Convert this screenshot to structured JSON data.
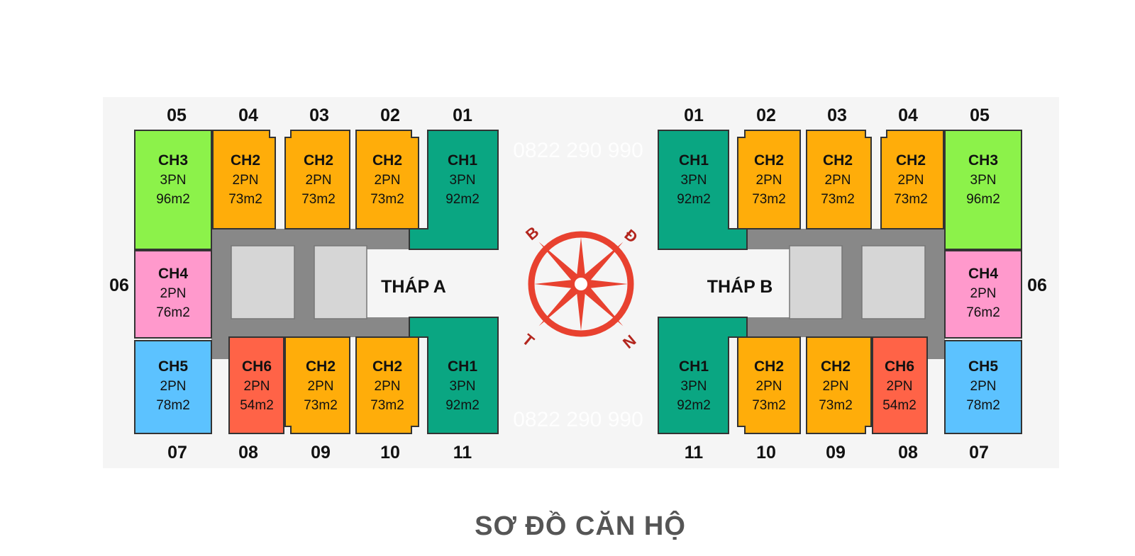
{
  "title": "SƠ ĐỒ CĂN HỘ",
  "watermark": "0822 290 990",
  "compass": {
    "labels": {
      "north": "B",
      "east": "Đ",
      "south": "N",
      "west": "T"
    },
    "color": "#e8412f"
  },
  "colors": {
    "CH1": "#0aa682",
    "CH2": "#ffad0a",
    "CH3": "#8cf24a",
    "CH4": "#ff99cc",
    "CH5": "#5cc2ff",
    "CH6": "#ff6347",
    "corridor": "#888888",
    "core": "#d6d6d6",
    "background": "#f5f5f5"
  },
  "towers": [
    {
      "name": "THÁP A",
      "units": [
        {
          "number": "05",
          "code": "CH3",
          "bedrooms": "3PN",
          "area": "96m2"
        },
        {
          "number": "04",
          "code": "CH2",
          "bedrooms": "2PN",
          "area": "73m2"
        },
        {
          "number": "03",
          "code": "CH2",
          "bedrooms": "2PN",
          "area": "73m2"
        },
        {
          "number": "02",
          "code": "CH2",
          "bedrooms": "2PN",
          "area": "73m2"
        },
        {
          "number": "01",
          "code": "CH1",
          "bedrooms": "3PN",
          "area": "92m2"
        },
        {
          "number": "06",
          "code": "CH4",
          "bedrooms": "2PN",
          "area": "76m2"
        },
        {
          "number": "07",
          "code": "CH5",
          "bedrooms": "2PN",
          "area": "78m2"
        },
        {
          "number": "08",
          "code": "CH6",
          "bedrooms": "2PN",
          "area": "54m2"
        },
        {
          "number": "09",
          "code": "CH2",
          "bedrooms": "2PN",
          "area": "73m2"
        },
        {
          "number": "10",
          "code": "CH2",
          "bedrooms": "2PN",
          "area": "73m2"
        },
        {
          "number": "11",
          "code": "CH1",
          "bedrooms": "3PN",
          "area": "92m2"
        }
      ]
    },
    {
      "name": "THÁP B",
      "units": [
        {
          "number": "05",
          "code": "CH3",
          "bedrooms": "3PN",
          "area": "96m2"
        },
        {
          "number": "04",
          "code": "CH2",
          "bedrooms": "2PN",
          "area": "73m2"
        },
        {
          "number": "03",
          "code": "CH2",
          "bedrooms": "2PN",
          "area": "73m2"
        },
        {
          "number": "02",
          "code": "CH2",
          "bedrooms": "2PN",
          "area": "73m2"
        },
        {
          "number": "01",
          "code": "CH1",
          "bedrooms": "3PN",
          "area": "92m2"
        },
        {
          "number": "06",
          "code": "CH4",
          "bedrooms": "2PN",
          "area": "76m2"
        },
        {
          "number": "07",
          "code": "CH5",
          "bedrooms": "2PN",
          "area": "78m2"
        },
        {
          "number": "08",
          "code": "CH6",
          "bedrooms": "2PN",
          "area": "54m2"
        },
        {
          "number": "09",
          "code": "CH2",
          "bedrooms": "2PN",
          "area": "73m2"
        },
        {
          "number": "10",
          "code": "CH2",
          "bedrooms": "2PN",
          "area": "73m2"
        },
        {
          "number": "11",
          "code": "CH1",
          "bedrooms": "3PN",
          "area": "92m2"
        }
      ]
    }
  ]
}
